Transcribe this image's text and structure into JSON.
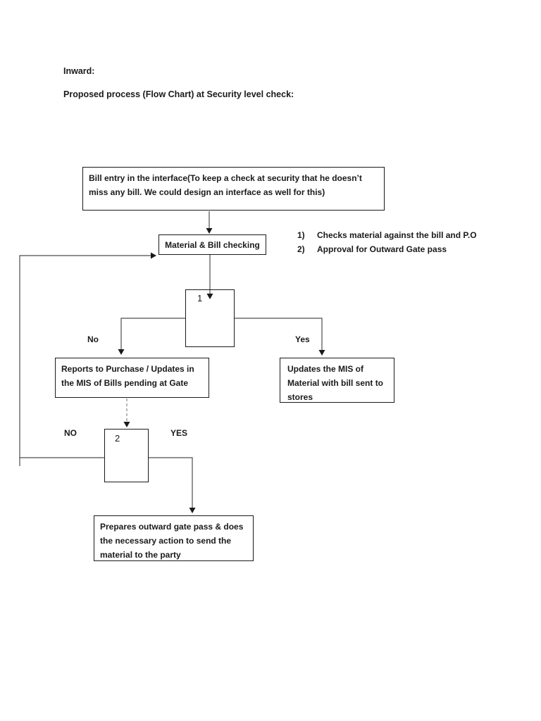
{
  "page": {
    "heading1": "Inward:",
    "heading2": "Proposed process (Flow Chart) at Security level check:"
  },
  "flowchart": {
    "bill_entry": "Bill entry in the interface(To keep a check at security that he doesn’t miss any bill. We could design an interface as well for this)",
    "material_check": "Material & Bill checking",
    "side_list": [
      {
        "num": "1)",
        "text": "Checks material against the bill and P.O"
      },
      {
        "num": "2)",
        "text": "Approval for Outward Gate pass"
      }
    ],
    "decision1_label": "1",
    "no_label": "No",
    "yes_label": "Yes",
    "reports": "Reports to Purchase / Updates in the MIS of Bills pending at Gate",
    "updates_mis": "Updates the MIS of Material with bill sent to stores",
    "decision2_label": "2",
    "no2_label": "NO",
    "yes2_label": "YES",
    "prepares": "Prepares outward gate pass & does the necessary action to send the material to the party"
  },
  "colors": {
    "ink": "#1a1a1a",
    "background": "#ffffff",
    "connector": "#4d4d4d"
  }
}
